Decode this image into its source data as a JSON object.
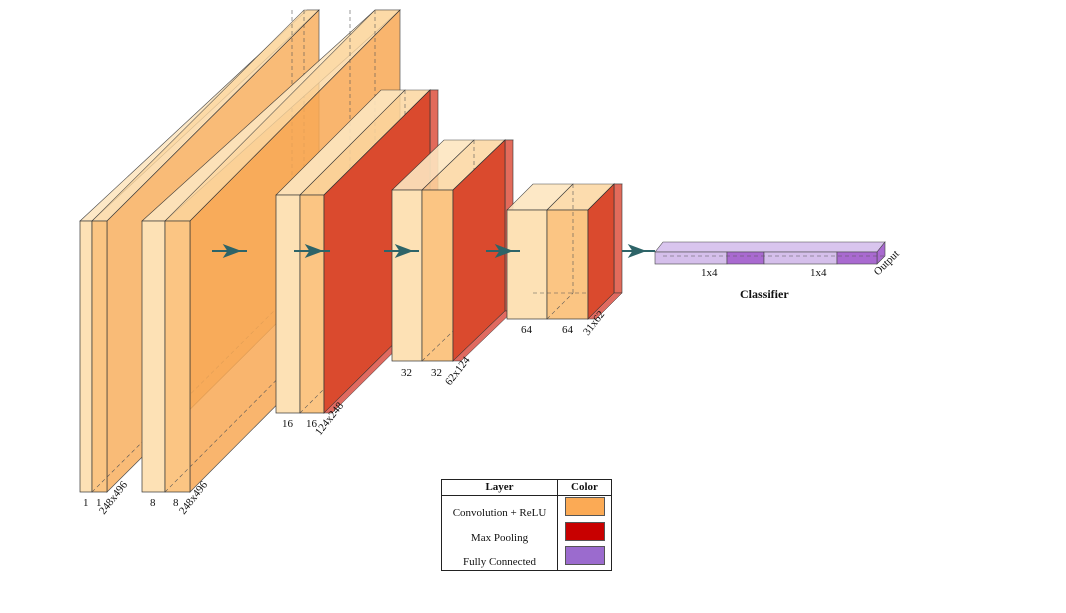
{
  "blocks": [
    {
      "id": "conv1",
      "channels": [
        "1",
        "1"
      ],
      "size": "248x496"
    },
    {
      "id": "conv2",
      "channels": [
        "8",
        "8"
      ],
      "size": "248x496"
    },
    {
      "id": "conv3",
      "channels": [
        "16",
        "16"
      ],
      "size": "124x248"
    },
    {
      "id": "conv4",
      "channels": [
        "32",
        "32"
      ],
      "size": "62x124"
    },
    {
      "id": "conv5",
      "channels": [
        "64",
        "64"
      ],
      "size": "31x62"
    }
  ],
  "classifier": {
    "title": "Classifier",
    "units": [
      "1x4",
      "1x4"
    ],
    "output_label": "Output"
  },
  "legend": {
    "header_layer": "Layer",
    "header_color": "Color",
    "rows": [
      {
        "name": "Convolution + ReLU",
        "color": "#FBAA55"
      },
      {
        "name": "Max Pooling",
        "color": "#C80000"
      },
      {
        "name": "Fully Connected",
        "color": "#9B6BCE"
      }
    ]
  },
  "colors": {
    "conv": "#FBB66C",
    "conv_face": "#F9B060",
    "conv_light": "#FDE6C0",
    "pool": "#DA4A2E",
    "fc": "#CDB3E6",
    "fc_dark": "#A96AD0",
    "arrow": "#2E6468"
  }
}
